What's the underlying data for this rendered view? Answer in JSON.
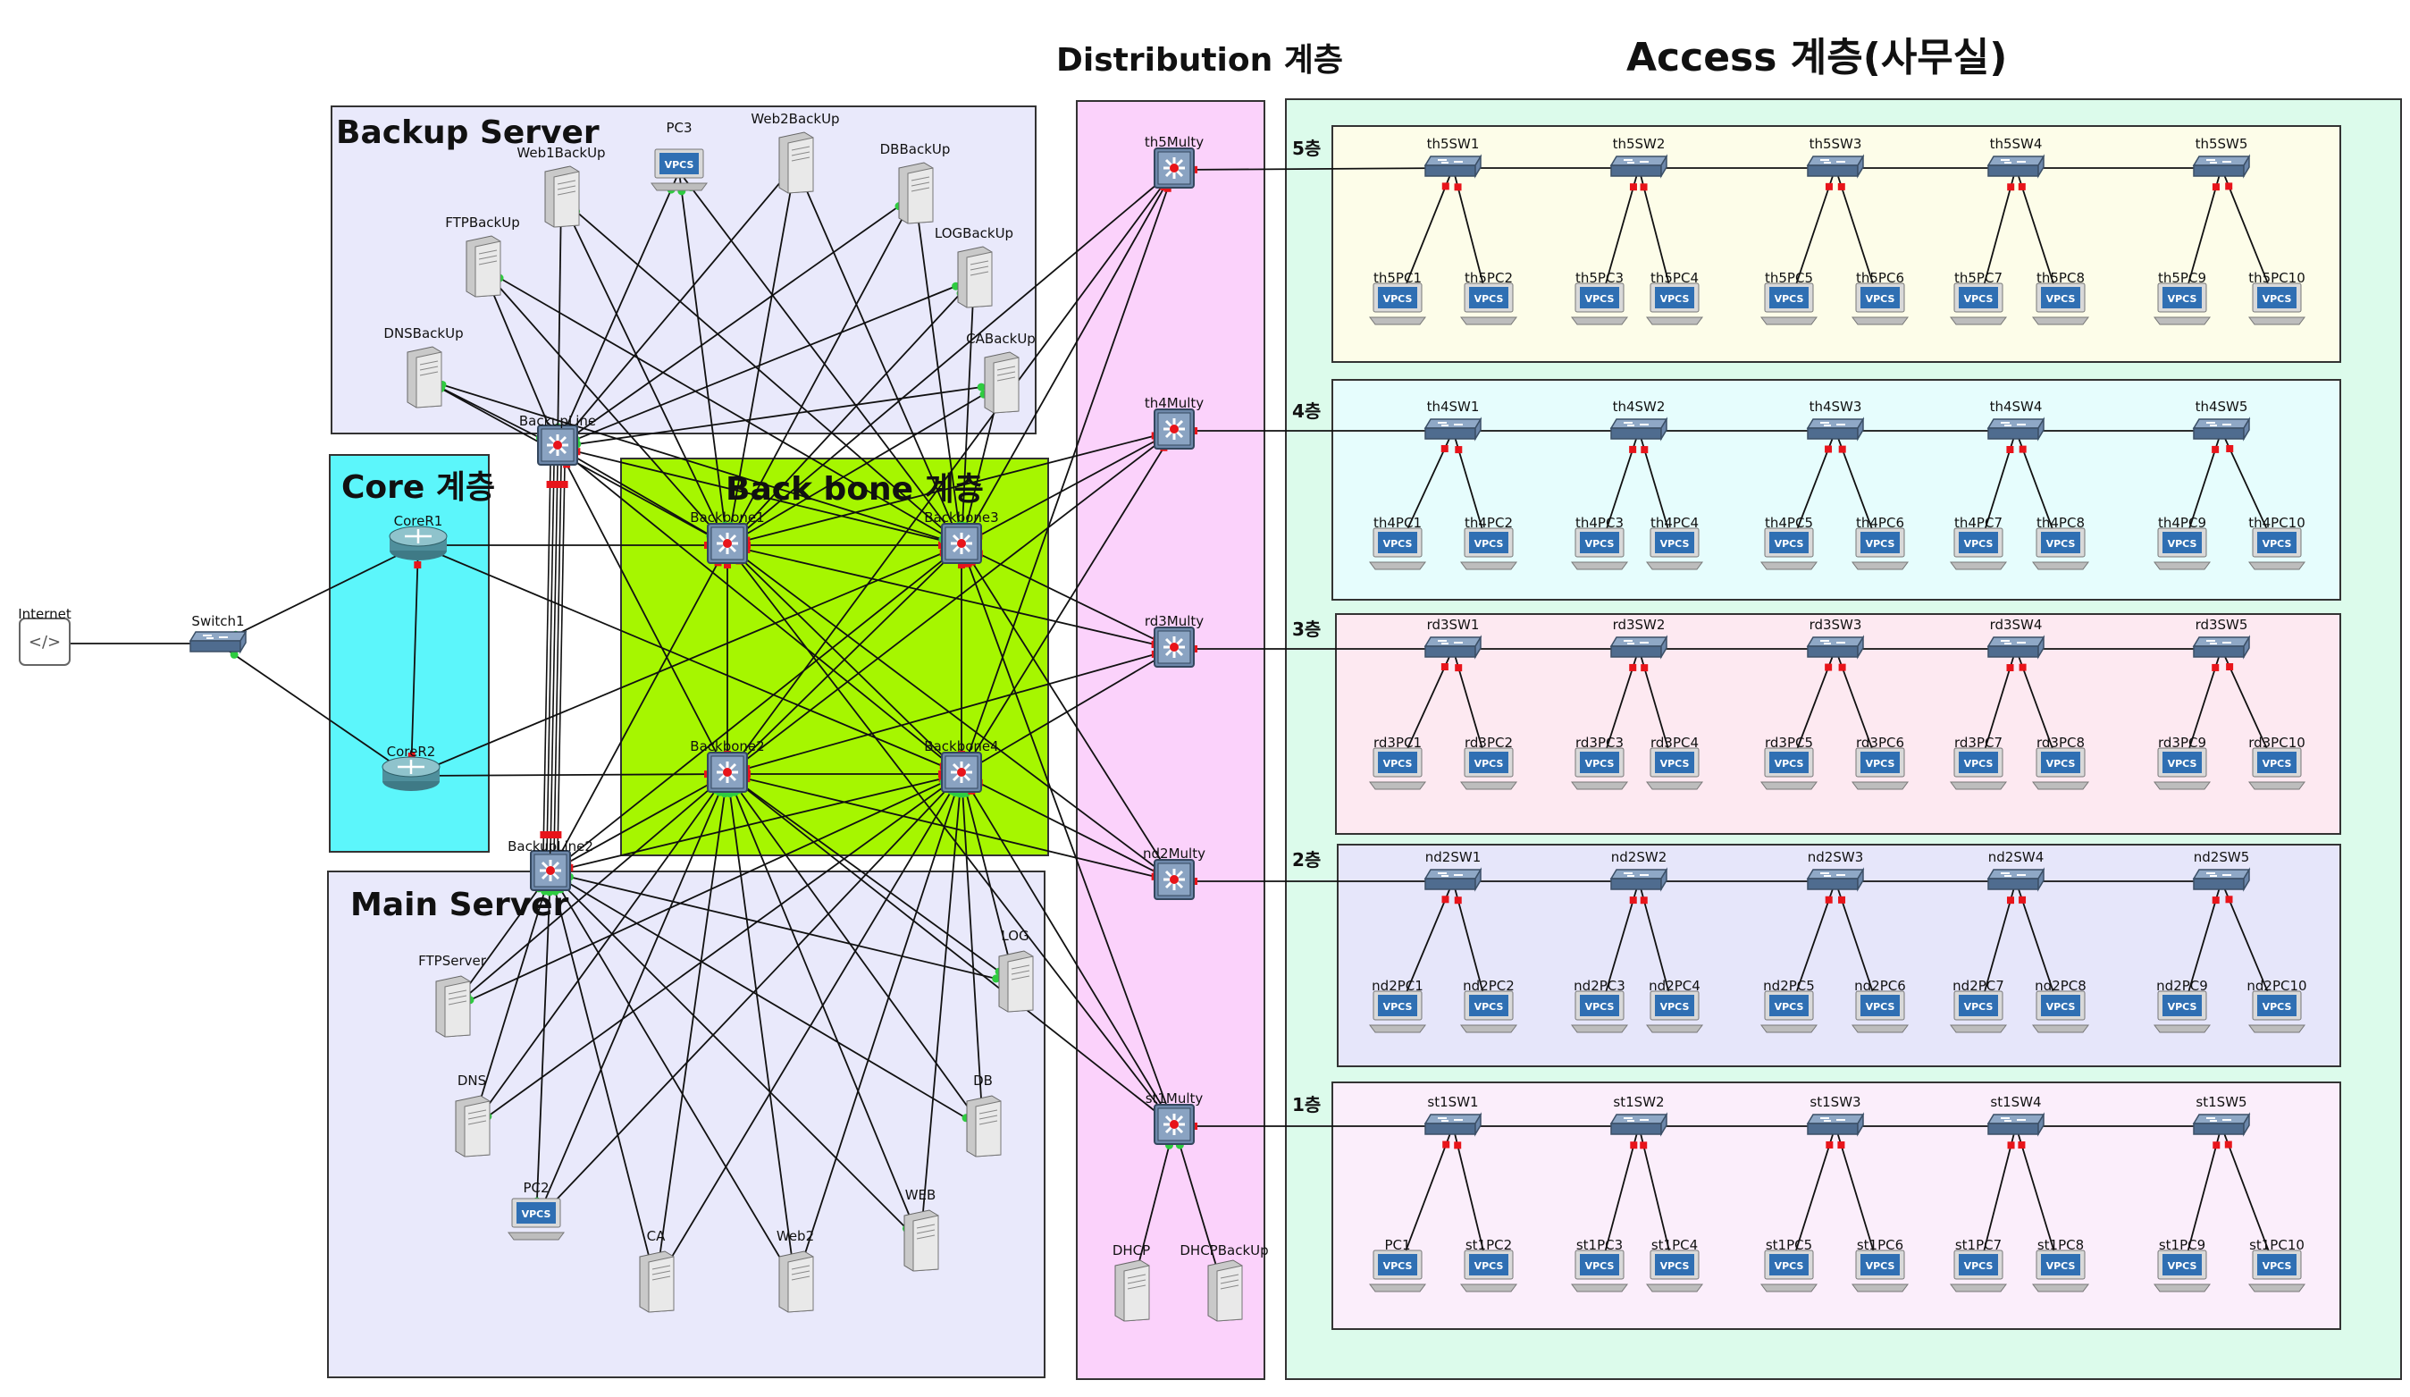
{
  "titles": {
    "distribution": "Distribution 계층",
    "access": "Access 계층(사무실)",
    "backup_server": "Backup Server",
    "core": "Core 계층",
    "backbone": "Back bone 계층",
    "main_server": "Main Server"
  },
  "edge": {
    "internet": "Internet",
    "switch": "Switch1"
  },
  "core": {
    "routers": [
      "CoreR1",
      "CoreR2"
    ]
  },
  "backbone": {
    "switches": [
      "Backbone1",
      "Backbone2",
      "Backbone3",
      "Backbone4"
    ],
    "backup_line": "BackupLine",
    "backup_line2": "BackupLine2"
  },
  "backup_servers": [
    "Web1BackUp",
    "PC3",
    "Web2BackUp",
    "DBBackUp",
    "LOGBackUp",
    "FTPBackUp",
    "DNSBackUp",
    "CABackUp"
  ],
  "main_servers": [
    "FTPServer",
    "LOG",
    "DNS",
    "DB",
    "PC2",
    "WEB",
    "CA",
    "Web2"
  ],
  "distribution": {
    "switches": [
      "th5Multy",
      "th4Multy",
      "rd3Multy",
      "nd2Multy",
      "st1Multy"
    ],
    "servers": [
      "DHCP",
      "DHCPBackUp"
    ]
  },
  "floors": [
    {
      "label": "5층",
      "switches": [
        "th5SW1",
        "th5SW2",
        "th5SW3",
        "th5SW4",
        "th5SW5"
      ],
      "pcs": [
        "th5PC1",
        "th5PC2",
        "th5PC3",
        "th5PC4",
        "th5PC5",
        "th5PC6",
        "th5PC7",
        "th5PC8",
        "th5PC9",
        "th5PC10"
      ]
    },
    {
      "label": "4층",
      "switches": [
        "th4SW1",
        "th4SW2",
        "th4SW3",
        "th4SW4",
        "th4SW5"
      ],
      "pcs": [
        "th4PC1",
        "th4PC2",
        "th4PC3",
        "th4PC4",
        "th4PC5",
        "th4PC6",
        "th4PC7",
        "th4PC8",
        "th4PC9",
        "th4PC10"
      ]
    },
    {
      "label": "3층",
      "switches": [
        "rd3SW1",
        "rd3SW2",
        "rd3SW3",
        "rd3SW4",
        "rd3SW5"
      ],
      "pcs": [
        "rd3PC1",
        "rd3PC2",
        "rd3PC3",
        "rd3PC4",
        "rd3PC5",
        "rd3PC6",
        "rd3PC7",
        "rd3PC8",
        "rd3PC9",
        "rd3PC10"
      ]
    },
    {
      "label": "2층",
      "switches": [
        "nd2SW1",
        "nd2SW2",
        "nd2SW3",
        "nd2SW4",
        "nd2SW5"
      ],
      "pcs": [
        "nd2PC1",
        "nd2PC2",
        "nd2PC3",
        "nd2PC4",
        "nd2PC5",
        "nd2PC6",
        "nd2PC7",
        "nd2PC8",
        "nd2PC9",
        "nd2PC10"
      ]
    },
    {
      "label": "1층",
      "switches": [
        "st1SW1",
        "st1SW2",
        "st1SW3",
        "st1SW4",
        "st1SW5"
      ],
      "pcs": [
        "PC1",
        "st1PC2",
        "st1PC3",
        "st1PC4",
        "st1PC5",
        "st1PC6",
        "st1PC7",
        "st1PC8",
        "st1PC9",
        "st1PC10"
      ]
    }
  ],
  "vpcs_text": "VPCS",
  "colors": {
    "backup_zone": "#e9e9fb",
    "core_zone": "#5cf6fb",
    "backbone_zone": "#a6f600",
    "main_zone": "#e9e9fb",
    "distribution_zone": "#fbd2fb",
    "access_zone": "#dcfbeb",
    "floor5": "#fdfde9",
    "floor4": "#e6fdfd",
    "floor3": "#fde9f1",
    "floor2": "#e6e6fa",
    "floor1": "#fbeefb",
    "link": "#111111",
    "port_up": "#2ecc40",
    "port_down": "#e8141a"
  }
}
